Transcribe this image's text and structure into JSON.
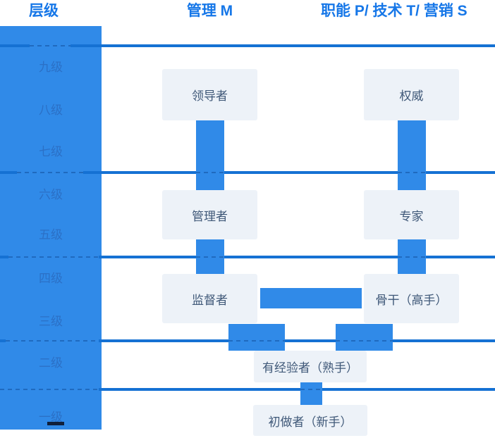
{
  "header": {
    "level_col": "层级",
    "management_col": "管理 M",
    "function_col": "职能 P/ 技术 T/ 营销 S"
  },
  "levels": [
    "九级",
    "八级",
    "七级",
    "六级",
    "五级",
    "四级",
    "三级",
    "二级",
    "一级"
  ],
  "roles": {
    "leader": "领导者",
    "authority": "权威",
    "manager": "管理者",
    "expert": "专家",
    "supervisor": "监督者",
    "backbone": "骨干（高手）",
    "experienced": "有经验者（熟手）",
    "beginner": "初做者（新手）"
  },
  "colors": {
    "bar": "#308AE8",
    "line": "#1571D3",
    "dash": "#1F6ABF",
    "header_text": "#1677E8",
    "box_bg": "#EDF2F8",
    "box_text": "#3F5878",
    "level_text": "#2B70C6",
    "artifact": "#10203B"
  }
}
